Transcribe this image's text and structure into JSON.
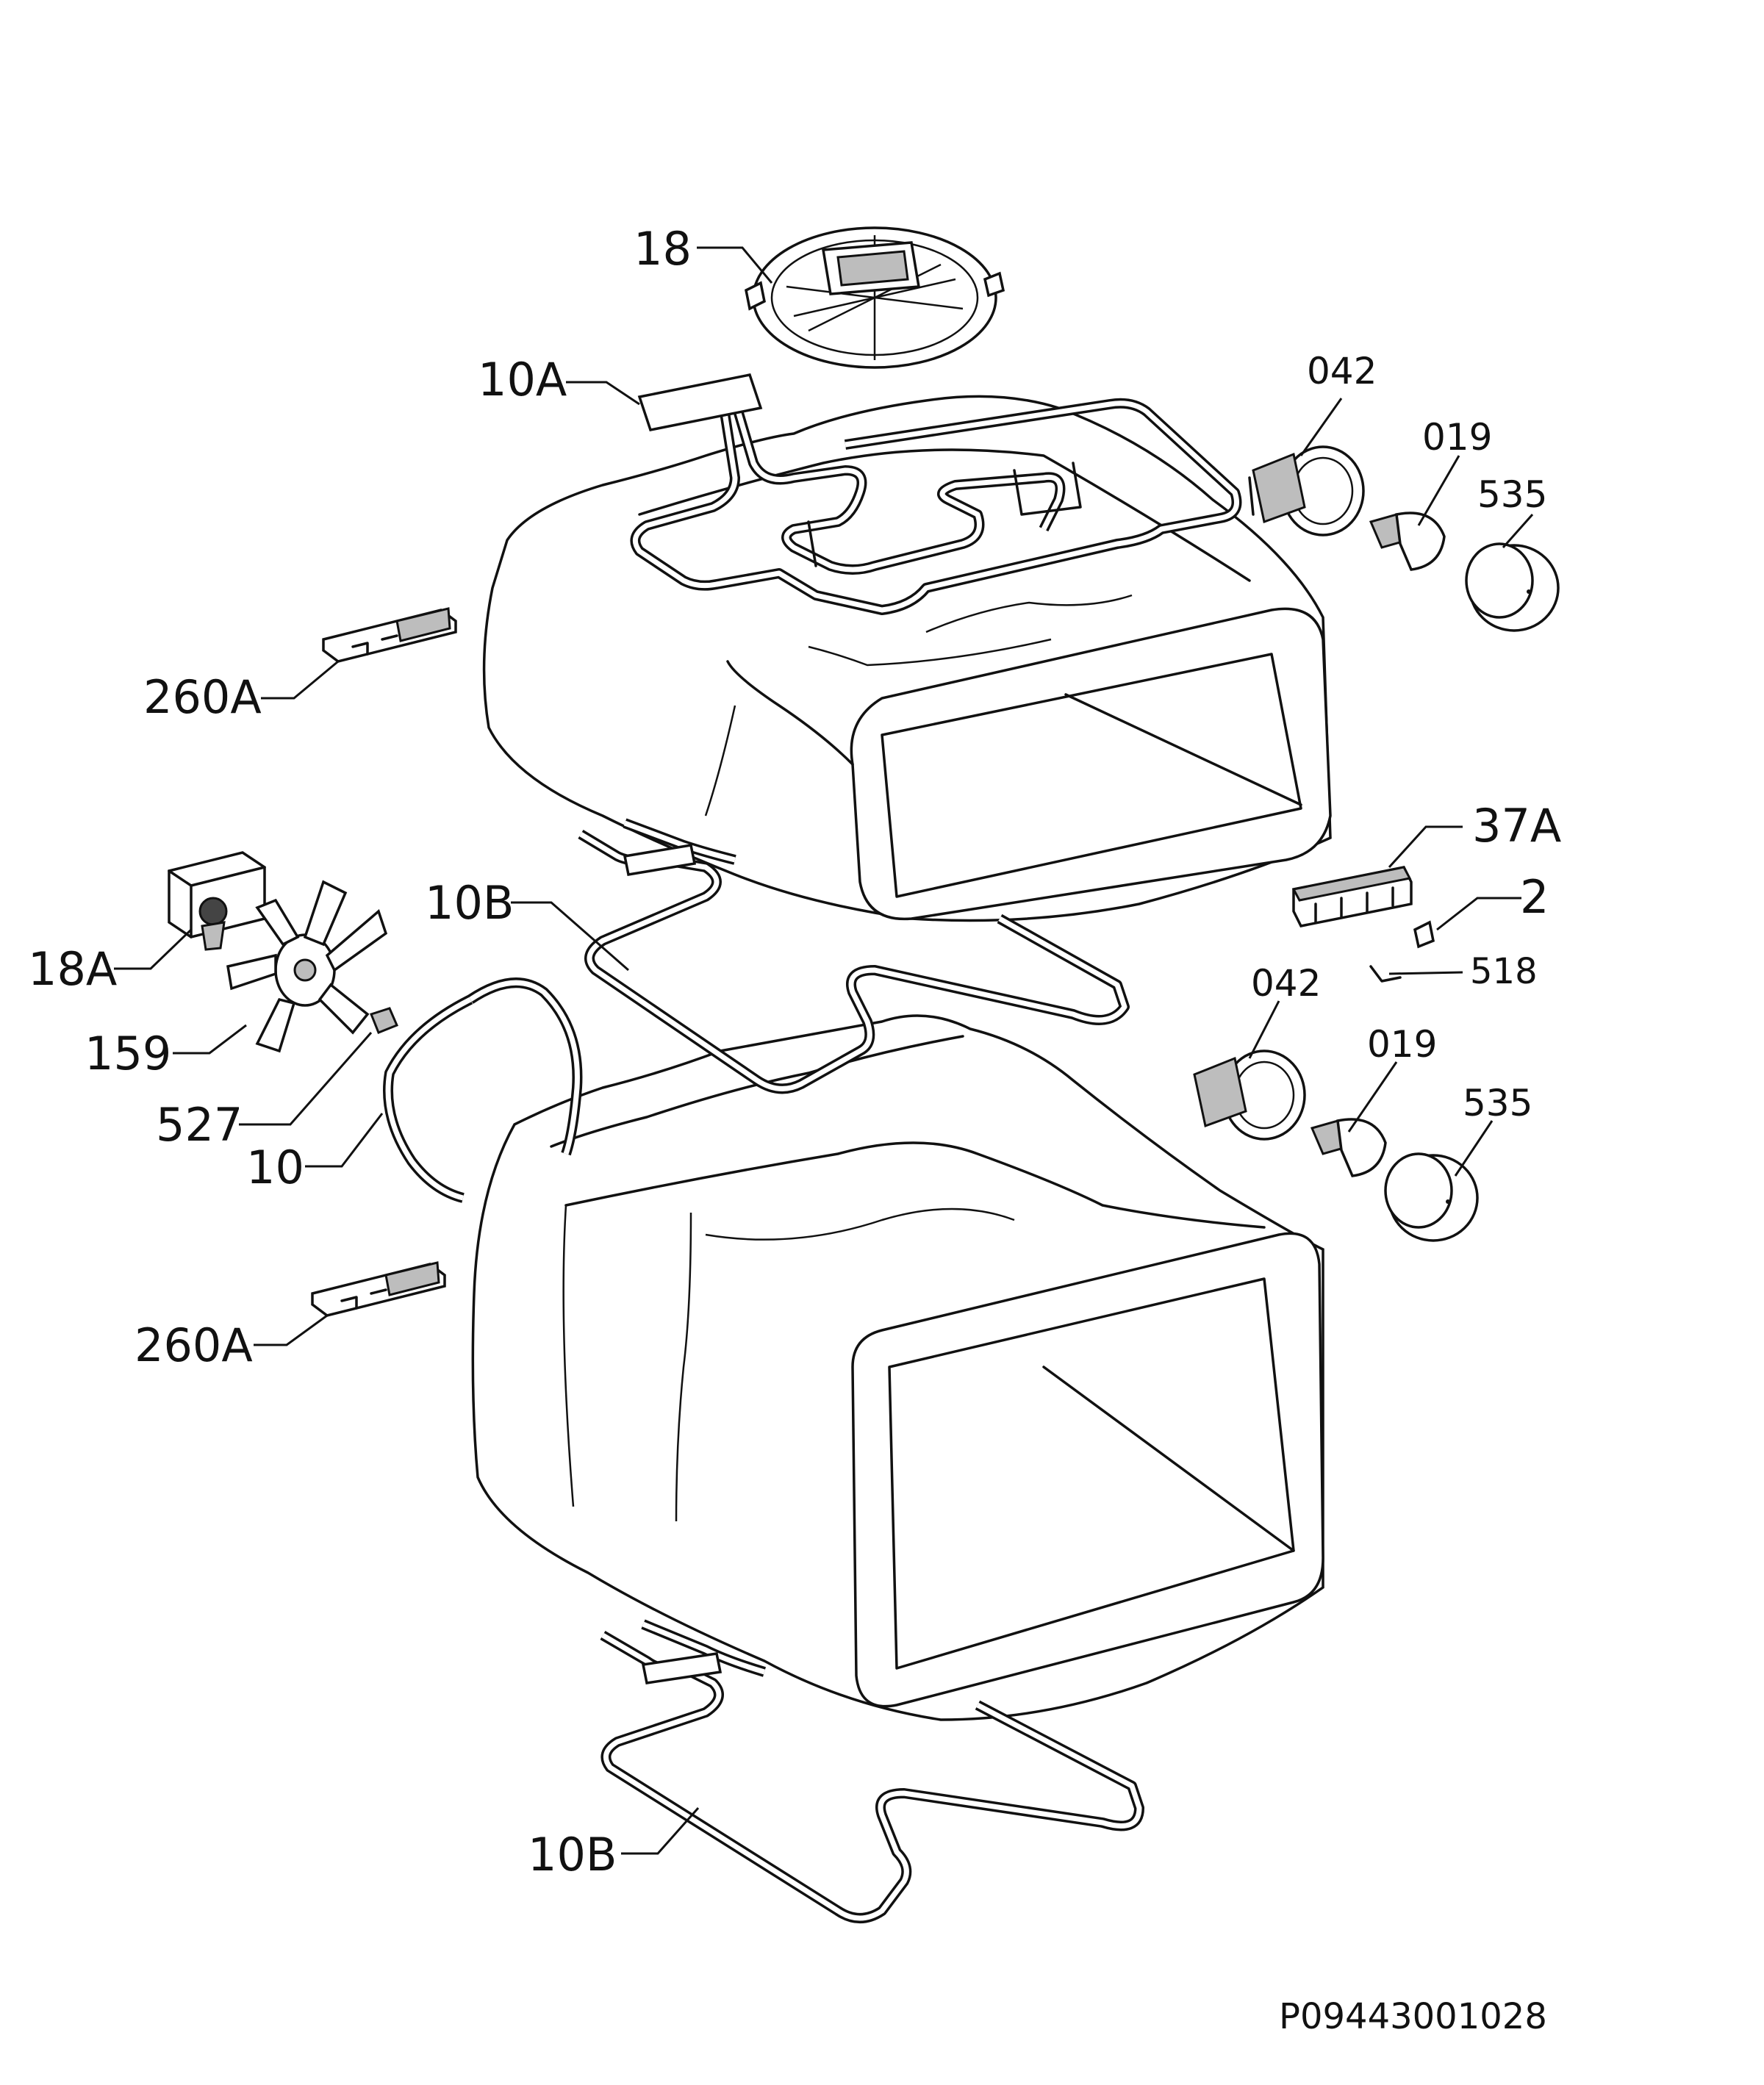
{
  "labels": {
    "l18": "18",
    "l10A": "10A",
    "l042a": "042",
    "l019a": "019",
    "l535a": "535",
    "l260Aa": "260A",
    "l37A": "37A",
    "l2": "2",
    "l10Ba": "10B",
    "l518": "518",
    "l18A": "18A",
    "l042b": "042",
    "l159": "159",
    "l019b": "019",
    "l535b": "535",
    "l527": "527",
    "l10": "10",
    "l260Ab": "260A",
    "l10Bb": "10B"
  },
  "drawing_reference": "P09443001028"
}
